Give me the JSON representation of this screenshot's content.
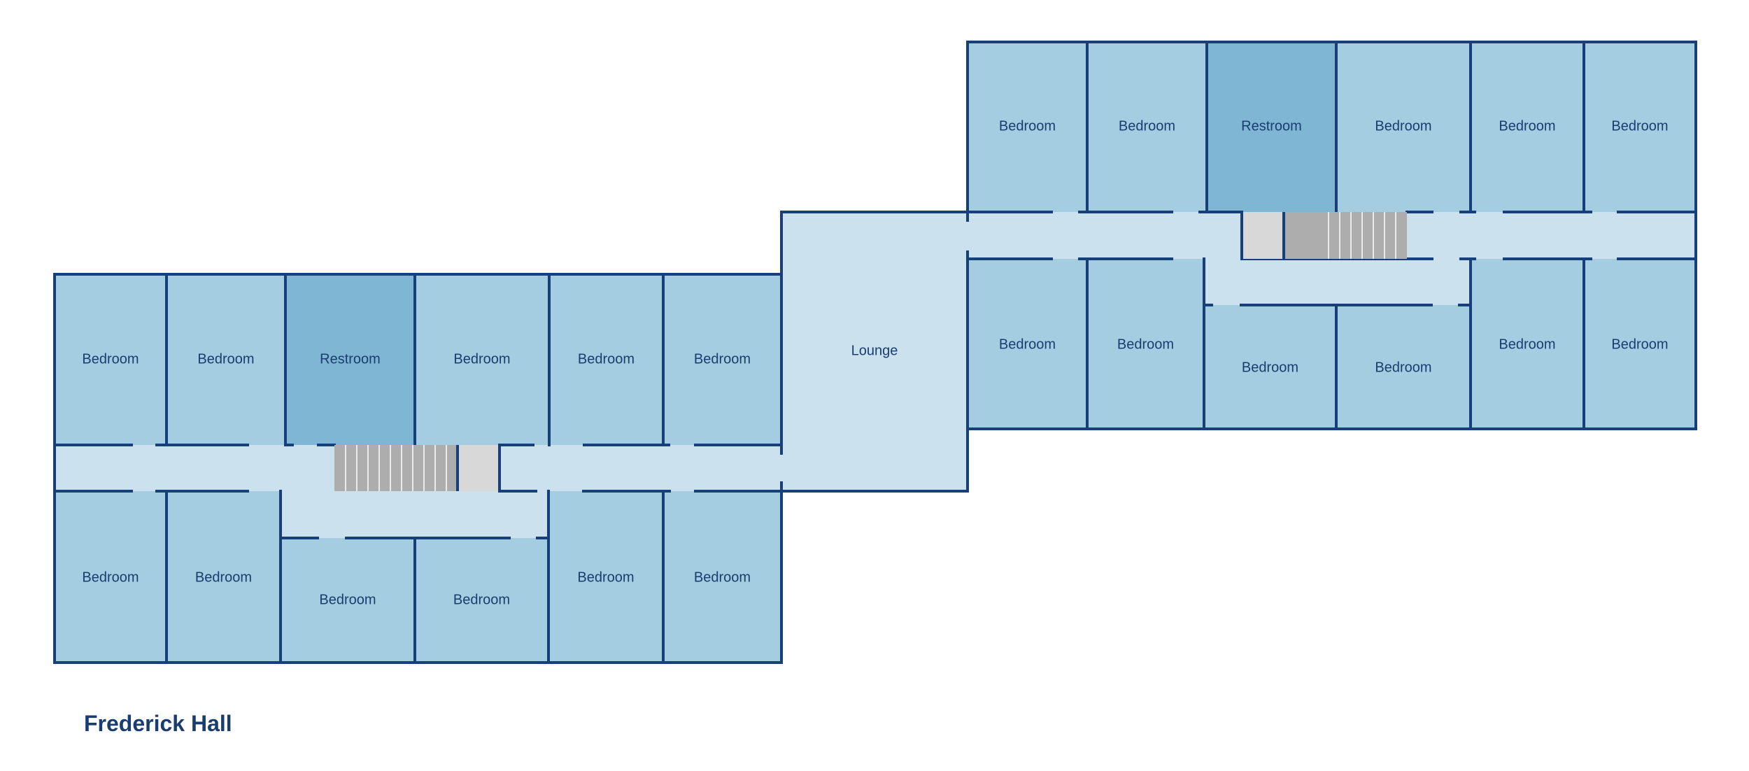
{
  "title": "Frederick Hall",
  "colors": {
    "bedroom": "#a5cde1",
    "restroom": "#7fb6d4",
    "corridor": "#cbe2ee",
    "wall": "#17407a",
    "stairs": "#adadad",
    "landing": "#d8d8d8",
    "label": "#1a3d70"
  },
  "rooms": {
    "west_top": [
      "Bedroom",
      "Bedroom",
      "Restroom",
      "Bedroom",
      "Bedroom",
      "Bedroom"
    ],
    "west_bottom": [
      "Bedroom",
      "Bedroom",
      "Bedroom",
      "Bedroom",
      "Bedroom",
      "Bedroom"
    ],
    "lounge": "Lounge",
    "east_top": [
      "Bedroom",
      "Bedroom",
      "Restroom",
      "Bedroom",
      "Bedroom",
      "Bedroom"
    ],
    "east_bottom": [
      "Bedroom",
      "Bedroom",
      "Bedroom",
      "Bedroom",
      "Bedroom",
      "Bedroom"
    ]
  }
}
